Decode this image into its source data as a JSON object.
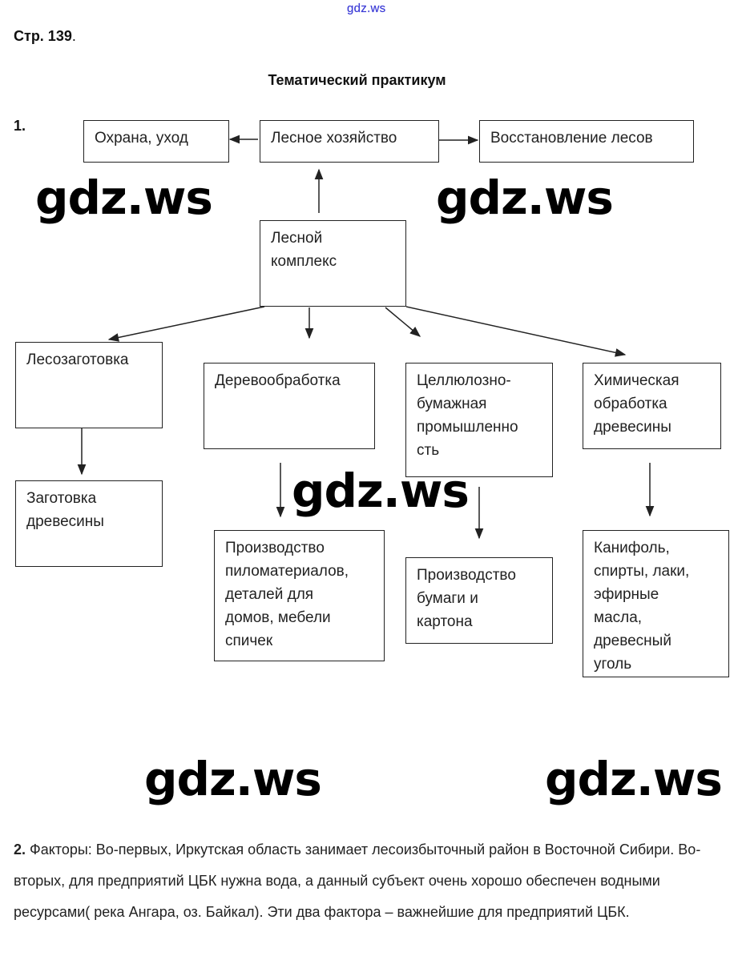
{
  "header": {
    "site_link": "gdz.ws",
    "page_ref": "Стр. 139",
    "page_ref_dot": ".",
    "title": "Тематический практикум"
  },
  "task1": {
    "number": "1.",
    "boxes": {
      "protection": [
        "Охрана, уход"
      ],
      "forestry": [
        "Лесное хозяйство"
      ],
      "restoration": [
        "Восстановление лесов"
      ],
      "complex": [
        "Лесной",
        "комплекс"
      ],
      "logging": [
        "Лесозаготовка"
      ],
      "woodworking": [
        "Деревообработка"
      ],
      "pulp_paper": [
        "Целлюлозно-",
        "бумажная",
        "промышленно",
        "сть"
      ],
      "chemical": [
        "Химическая",
        "обработка",
        "древесины"
      ],
      "timber_harvest": [
        "Заготовка",
        "древесины"
      ],
      "lumber_production": [
        "Производство",
        "пиломатериалов,",
        "деталей для",
        "домов, мебели",
        "спичек"
      ],
      "paper_production": [
        "Производство",
        "бумаги и",
        "картона"
      ],
      "chemical_products": [
        "Канифоль,",
        "спирты, лаки,",
        "эфирные",
        "масла,",
        "древесный",
        "уголь"
      ]
    },
    "edges": [
      {
        "from": "forestry",
        "to": "protection"
      },
      {
        "from": "forestry",
        "to": "restoration"
      },
      {
        "from": "complex",
        "to": "forestry"
      },
      {
        "from": "complex",
        "to": "logging"
      },
      {
        "from": "complex",
        "to": "woodworking"
      },
      {
        "from": "complex",
        "to": "pulp_paper"
      },
      {
        "from": "complex",
        "to": "chemical"
      },
      {
        "from": "logging",
        "to": "timber_harvest"
      },
      {
        "from": "woodworking",
        "to": "lumber_production"
      },
      {
        "from": "pulp_paper",
        "to": "paper_production"
      },
      {
        "from": "chemical",
        "to": "chemical_products"
      }
    ]
  },
  "watermarks": [
    "gdz.ws",
    "gdz.ws",
    "gdz.ws",
    "gdz.ws",
    "gdz.ws"
  ],
  "task2": {
    "number": "2.",
    "text": " Факторы: Во-первых, Иркутская область занимает лесоизбыточный район в Восточной Сибири. Во-вторых, для предприятий ЦБК нужна вода, а данный субъект очень хорошо обеспечен водными ресурсами( река Ангара, оз. Байкал). Эти два фактора – важнейшие для предприятий ЦБК."
  }
}
